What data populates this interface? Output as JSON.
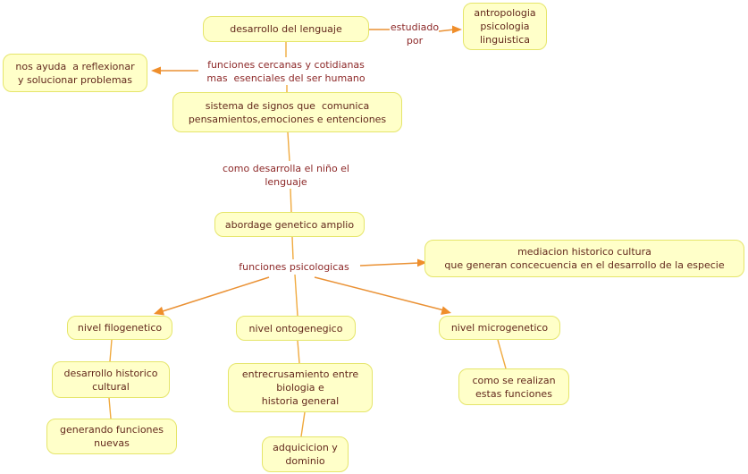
{
  "title": "concept map: desarrollo del lenguaje",
  "colors": {
    "node-fill": "#ffffc9",
    "node-border": "#e5e56a",
    "node-text": "#63291d",
    "label-text": "#8d2929",
    "line": "#f0aa3f",
    "arrow-line": "#ea9134",
    "arrow-head": "#ef8e2b",
    "bg": "#ffffff"
  },
  "nodes": [
    {
      "id": "desarrollo-del-lenguaje",
      "type": "concept",
      "label": "desarrollo del lenguaje"
    },
    {
      "id": "estudiado-por",
      "type": "linking",
      "label": "estudiado\npor"
    },
    {
      "id": "antropologia-psicologia-linguistica",
      "type": "concept",
      "label": "antropologia\npsicologia\nlinguistica"
    },
    {
      "id": "funciones-cercanas",
      "type": "linking",
      "label": "funciones cercanas y cotidianas\nmas  esenciales del ser humano"
    },
    {
      "id": "nos-ayuda-a-reflexionar",
      "type": "concept",
      "label": "nos ayuda  a reflexionar\ny solucionar problemas"
    },
    {
      "id": "sistema-de-signos",
      "type": "concept",
      "label": "sistema de signos que  comunica\npensamientos,emociones e entenciones"
    },
    {
      "id": "como-desarrolla-el-nino",
      "type": "linking",
      "label": "como desarrolla el niño el\nlenguaje"
    },
    {
      "id": "abordage-genetico-amplio",
      "type": "concept",
      "label": "abordage genetico amplio"
    },
    {
      "id": "funciones-psicologicas",
      "type": "linking",
      "label": "funciones psicologicas"
    },
    {
      "id": "mediacion-historico-cultura",
      "type": "concept",
      "label": "mediacion historico cultura\nque generan concecuencia en el desarrollo de la especie"
    },
    {
      "id": "nivel-filogenetico",
      "type": "concept",
      "label": "nivel filogenetico"
    },
    {
      "id": "nivel-ontogenegico",
      "type": "concept",
      "label": "nivel ontogenegico"
    },
    {
      "id": "nivel-microgenetico",
      "type": "concept",
      "label": "nivel microgenetico"
    },
    {
      "id": "desarrollo-historico-cultural",
      "type": "concept",
      "label": "desarrollo historico\ncultural"
    },
    {
      "id": "entrecrusamiento",
      "type": "concept",
      "label": "entrecrusamiento entre\nbiologia e\nhistoria general"
    },
    {
      "id": "como-se-realizan",
      "type": "concept",
      "label": "como se realizan\nestas funciones"
    },
    {
      "id": "generando-funciones-nuevas",
      "type": "concept",
      "label": "generando funciones\nnuevas"
    },
    {
      "id": "adquicicion-y-dominio",
      "type": "concept",
      "label": "adquicicion y\ndominio"
    }
  ],
  "edges": [
    {
      "from": "desarrollo-del-lenguaje",
      "label": "estudiado por",
      "to": "antropologia-psicologia-linguistica",
      "arrow": true
    },
    {
      "from": "desarrollo-del-lenguaje",
      "label": "funciones cercanas y cotidianas mas esenciales del ser humano",
      "to": "sistema-de-signos",
      "arrow": false
    },
    {
      "from": "funciones-cercanas",
      "to": "nos-ayuda-a-reflexionar",
      "arrow": true
    },
    {
      "from": "sistema-de-signos",
      "label": "como desarrolla el niño el lenguaje",
      "to": "abordage-genetico-amplio",
      "arrow": false
    },
    {
      "from": "abordage-genetico-amplio",
      "to": "funciones-psicologicas",
      "arrow": false
    },
    {
      "from": "funciones-psicologicas",
      "to": "mediacion-historico-cultura",
      "arrow": true
    },
    {
      "from": "funciones-psicologicas",
      "to": "nivel-filogenetico",
      "arrow": true
    },
    {
      "from": "funciones-psicologicas",
      "to": "nivel-ontogenegico",
      "arrow": false
    },
    {
      "from": "funciones-psicologicas",
      "to": "nivel-microgenetico",
      "arrow": true
    },
    {
      "from": "nivel-filogenetico",
      "to": "desarrollo-historico-cultural",
      "arrow": false
    },
    {
      "from": "desarrollo-historico-cultural",
      "to": "generando-funciones-nuevas",
      "arrow": false
    },
    {
      "from": "nivel-ontogenegico",
      "to": "entrecrusamiento",
      "arrow": false
    },
    {
      "from": "entrecrusamiento",
      "to": "adquicicion-y-dominio",
      "arrow": false
    },
    {
      "from": "nivel-microgenetico",
      "to": "como-se-realizan",
      "arrow": false
    }
  ]
}
